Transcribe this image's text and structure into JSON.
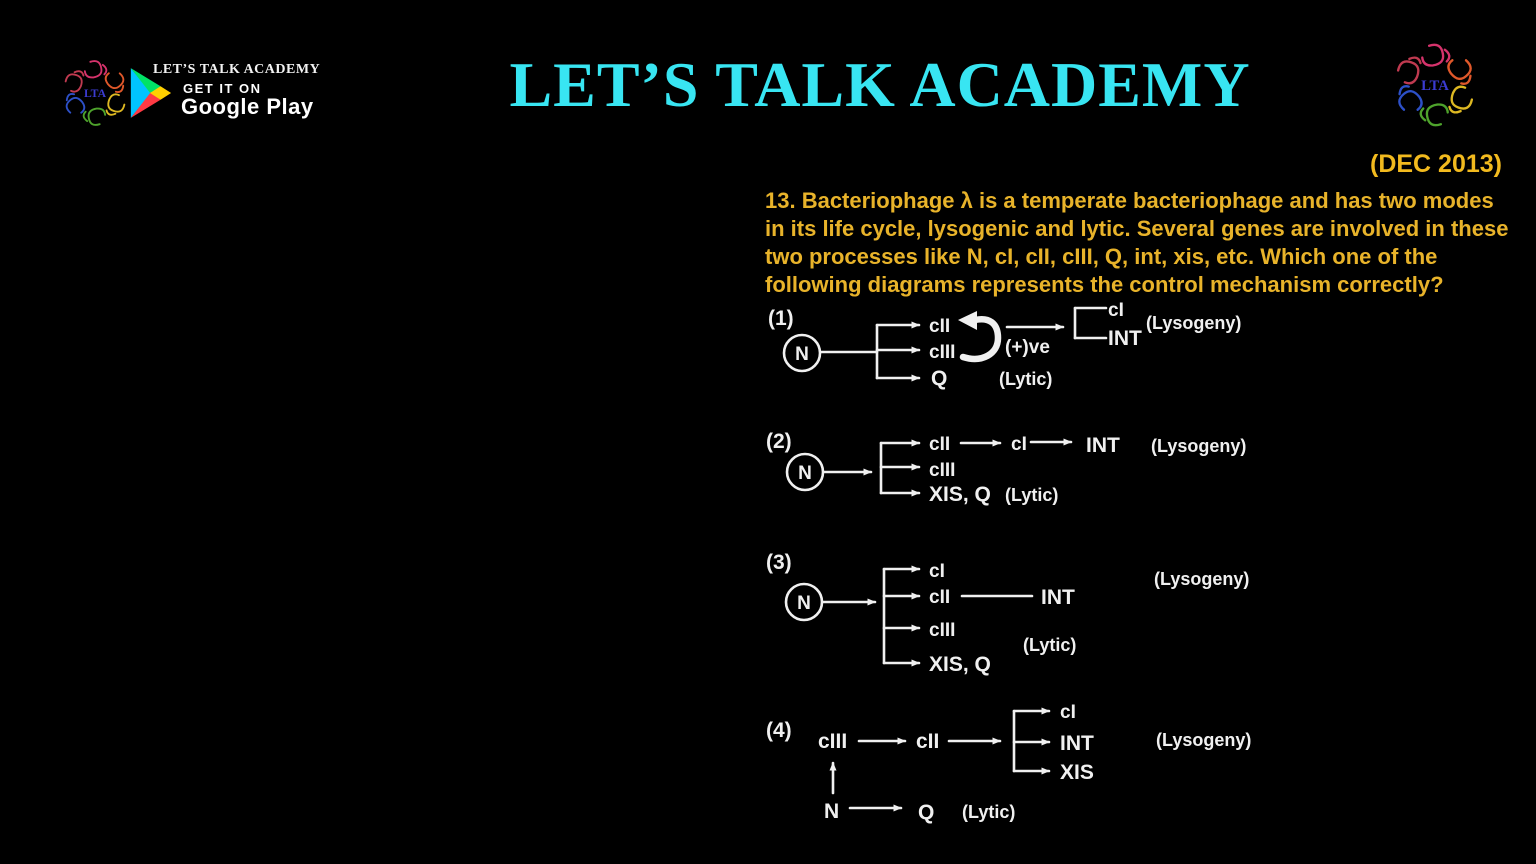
{
  "colors": {
    "background": "#000000",
    "title_cyan": "#38e5f2",
    "question_gold": "#e8b32a",
    "date_gold": "#f2ba1e",
    "diagram_white": "#f0f0f0"
  },
  "header": {
    "title": "LET’S TALK ACADEMY",
    "logo_text": "LTA",
    "play_badge": {
      "academy": "LET’S TALK ACADEMY",
      "get_it_on": "GET IT ON",
      "store": "Google Play"
    }
  },
  "question": {
    "date": "(DEC 2013)",
    "lines": [
      "13. Bacteriophage λ is a temperate bacteriophage and has two modes",
      "in its life cycle, lysogenic and lytic. Several genes are involved in these",
      "two processes like N, cI, cII, cIII, Q, int, xis, etc. Which one of the",
      "following diagrams represents the control mechanism correctly?"
    ]
  },
  "diagrams": {
    "d1": {
      "label": "(1)",
      "source": "N",
      "branch1": "cII",
      "branch2": "cIII",
      "branch3": "Q",
      "feedback": "(+)ve",
      "bracket_top": "cI",
      "bracket_bottom": "INT",
      "lysogeny": "(Lysogeny)",
      "lytic": "(Lytic)"
    },
    "d2": {
      "label": "(2)",
      "source": "N",
      "branch1": "cII",
      "branch2": "cIII",
      "branch3": "XIS, Q",
      "intermediate": "cI",
      "target": "INT",
      "lysogeny": "(Lysogeny)",
      "lytic": "(Lytic)"
    },
    "d3": {
      "label": "(3)",
      "source": "N",
      "branch1": "cI",
      "branch2": "cII",
      "branch3": "cIII",
      "branch4": "XIS, Q",
      "target": "INT",
      "lysogeny": "(Lysogeny)",
      "lytic": "(Lytic)"
    },
    "d4": {
      "label": "(4)",
      "node1": "cIII",
      "node2": "cII",
      "branch1": "cI",
      "branch2": "INT",
      "branch3": "XIS",
      "source": "N",
      "target": "Q",
      "lysogeny": "(Lysogeny)",
      "lytic": "(Lytic)"
    }
  }
}
